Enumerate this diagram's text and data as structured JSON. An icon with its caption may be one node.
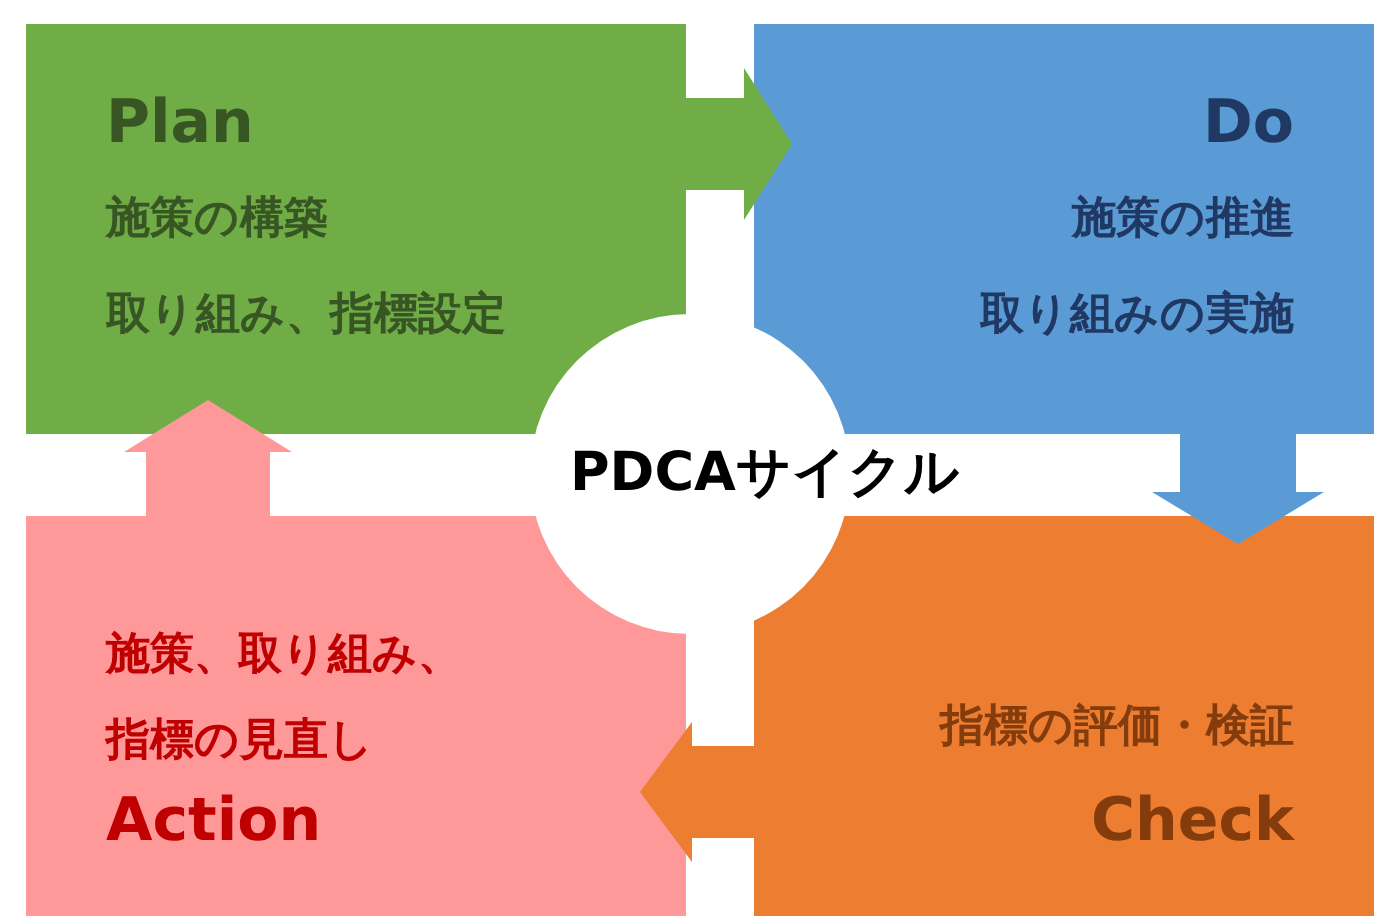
{
  "diagram": {
    "nodes": [
      {
        "text": [
          "Plan",
          "施策の構築",
          "取り組み、指標設定"
        ]
      },
      {
        "text": [
          "Do",
          "施策の推進",
          "取り組みの実施"
        ]
      },
      {
        "text": [
          "指標の評価・検証",
          "Check"
        ]
      },
      {
        "text": [
          "施策、取り組み、指標の見直し",
          "Action"
        ]
      },
      {
        "text": [
          "PDCAサイクル"
        ]
      }
    ],
    "edges": [
      {
        "from": 0,
        "to": 1,
        "arrow": "to",
        "color": "#70ad47"
      },
      {
        "from": 1,
        "to": 2,
        "arrow": "to",
        "color": "#5b9bd5"
      },
      {
        "from": 2,
        "to": 3,
        "arrow": "to",
        "color": "#ed7d31"
      },
      {
        "from": 3,
        "to": 0,
        "arrow": "to",
        "color": "#ff9999"
      }
    ]
  }
}
